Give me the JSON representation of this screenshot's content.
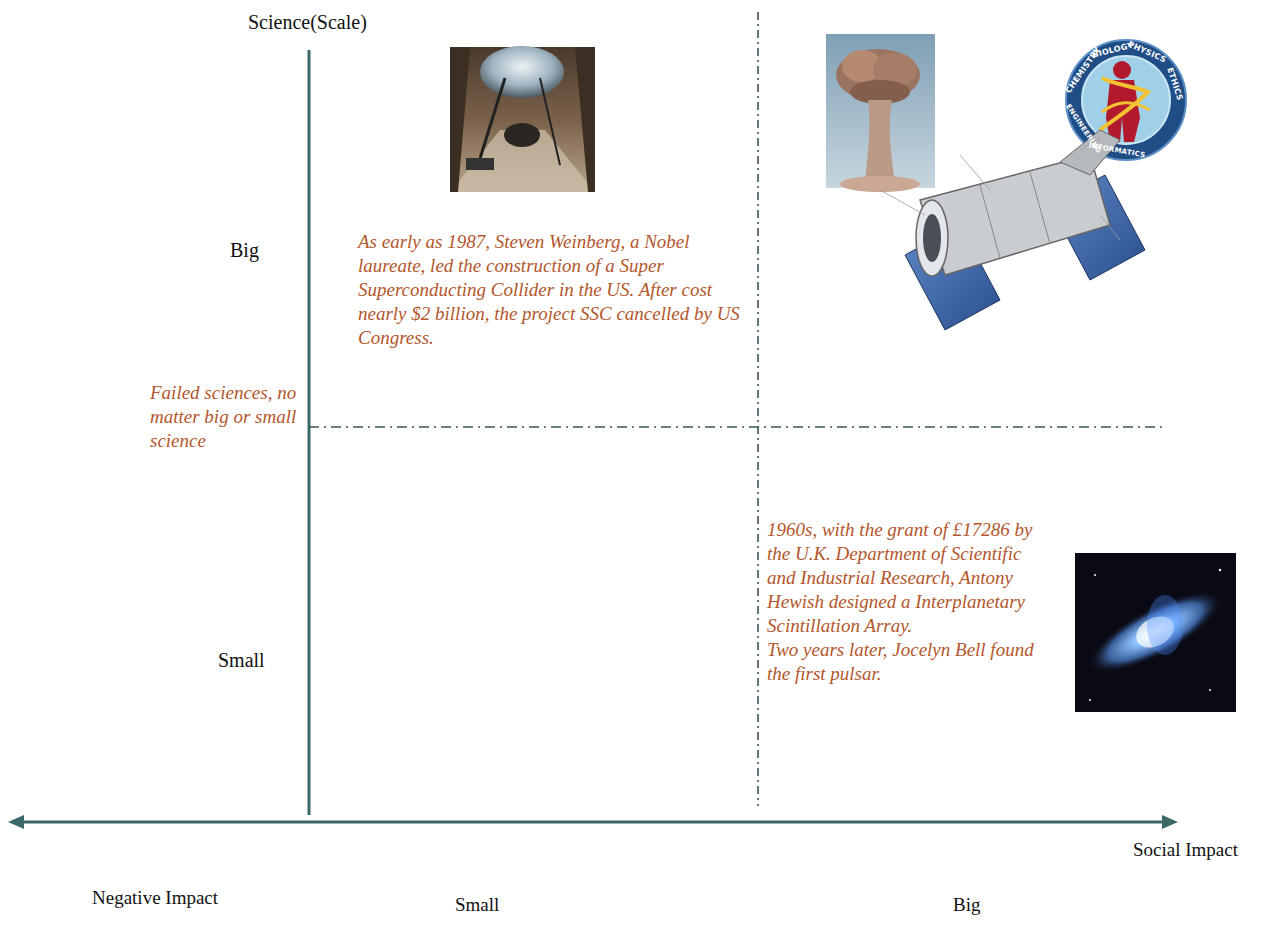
{
  "diagram": {
    "labels": [
      "Science(Scale)",
      "Big",
      "As early as 1987, Steven Weinberg, a Nobel laureate, led the construction of a Super Superconducting Collider in the US. After cost nearly $2 billion, the project SSC cancelled by US Congress.",
      "Failed sciences, no matter big or small science",
      "Small",
      "1960s, with the grant of £17286 by the U.K. Department of Scientific and Industrial Research, Antony Hewish designed a Interplanetary Scintillation Array.",
      "Two years later, Jocelyn Bell found the first pulsar.",
      "Social Impact",
      "Negative Impact",
      "Small",
      "Big",
      "CHEMISTRY",
      "BIOLOGY",
      "PHYSICS",
      "ETHICS",
      "ENGINEERING",
      "INFORMATICS"
    ]
  }
}
